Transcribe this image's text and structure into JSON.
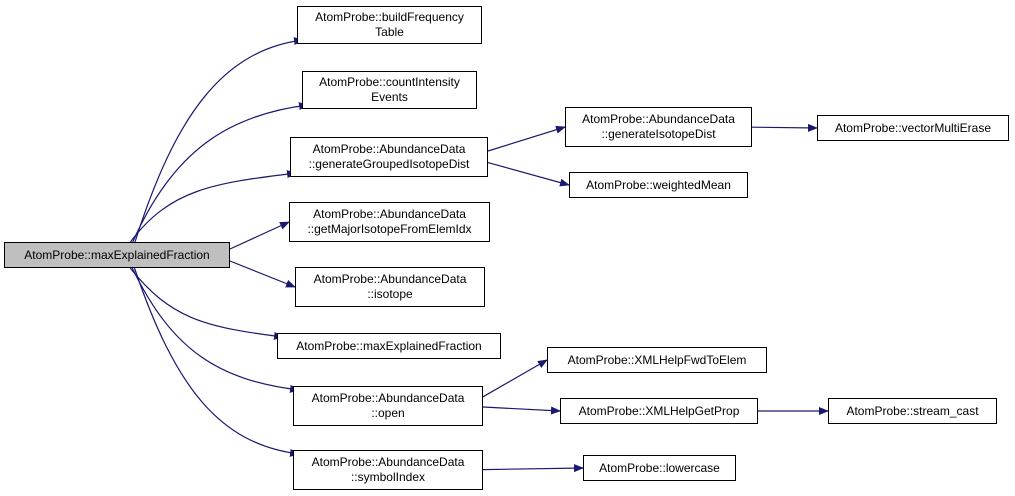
{
  "graph": {
    "edge_color": "#191970",
    "root_fill": "#bfbfbf",
    "nodes": {
      "root": {
        "lines": [
          "AtomProbe::maxExplainedFraction"
        ]
      },
      "buildFrequencyTable": {
        "lines": [
          "AtomProbe::buildFrequency",
          "Table"
        ]
      },
      "countIntensityEvents": {
        "lines": [
          "AtomProbe::countIntensity",
          "Events"
        ]
      },
      "generateGroupedIsotopeDist": {
        "lines": [
          "AtomProbe::AbundanceData",
          "::generateGroupedIsotopeDist"
        ]
      },
      "getMajorIsotopeFromElemIdx": {
        "lines": [
          "AtomProbe::AbundanceData",
          "::getMajorIsotopeFromElemIdx"
        ]
      },
      "isotope": {
        "lines": [
          "AtomProbe::AbundanceData",
          "::isotope"
        ]
      },
      "maxExplainedFraction2": {
        "lines": [
          "AtomProbe::maxExplainedFraction"
        ]
      },
      "open": {
        "lines": [
          "AtomProbe::AbundanceData",
          "::open"
        ]
      },
      "symbolIndex": {
        "lines": [
          "AtomProbe::AbundanceData",
          "::symbolIndex"
        ]
      },
      "generateIsotopeDist": {
        "lines": [
          "AtomProbe::AbundanceData",
          "::generateIsotopeDist"
        ]
      },
      "weightedMean": {
        "lines": [
          "AtomProbe::weightedMean"
        ]
      },
      "vectorMultiErase": {
        "lines": [
          "AtomProbe::vectorMultiErase"
        ]
      },
      "XMLHelpFwdToElem": {
        "lines": [
          "AtomProbe::XMLHelpFwdToElem"
        ]
      },
      "XMLHelpGetProp": {
        "lines": [
          "AtomProbe::XMLHelpGetProp"
        ]
      },
      "stream_cast": {
        "lines": [
          "AtomProbe::stream_cast"
        ]
      },
      "lowercase": {
        "lines": [
          "AtomProbe::lowercase"
        ]
      }
    },
    "edges": [
      [
        "root",
        "buildFrequencyTable"
      ],
      [
        "root",
        "countIntensityEvents"
      ],
      [
        "root",
        "generateGroupedIsotopeDist"
      ],
      [
        "root",
        "getMajorIsotopeFromElemIdx"
      ],
      [
        "root",
        "isotope"
      ],
      [
        "root",
        "maxExplainedFraction2"
      ],
      [
        "root",
        "open"
      ],
      [
        "root",
        "symbolIndex"
      ],
      [
        "generateGroupedIsotopeDist",
        "generateIsotopeDist"
      ],
      [
        "generateGroupedIsotopeDist",
        "weightedMean"
      ],
      [
        "generateIsotopeDist",
        "vectorMultiErase"
      ],
      [
        "open",
        "XMLHelpFwdToElem"
      ],
      [
        "open",
        "XMLHelpGetProp"
      ],
      [
        "XMLHelpGetProp",
        "stream_cast"
      ],
      [
        "symbolIndex",
        "lowercase"
      ]
    ]
  }
}
